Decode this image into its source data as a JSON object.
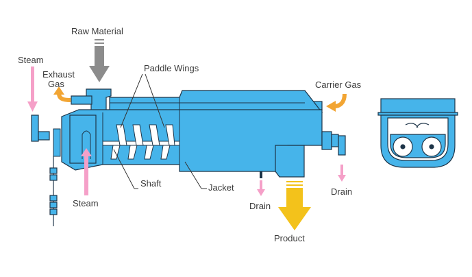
{
  "labels": {
    "raw_material": "Raw Material",
    "steam_top": "Steam",
    "exhaust_line1": "Exhaust",
    "exhaust_line2": "Gas",
    "paddle_wings": "Paddle Wings",
    "carrier_gas": "Carrier Gas",
    "shaft": "Shaft",
    "jacket": "Jacket",
    "steam_bottom": "Steam",
    "drain_center": "Drain",
    "drain_right": "Drain",
    "product": "Product"
  },
  "colors": {
    "body_fill": "#46b4ea",
    "outline": "#1d3448",
    "steam_arrow": "#f5a0c8",
    "exhaust_arrow": "#f2a533",
    "product_arrow": "#f3c21b",
    "raw_arrow": "#8c8c8c",
    "drain_arrow": "#f5a0c8",
    "label_text": "#3a3a3a",
    "leader_line": "#333333"
  }
}
